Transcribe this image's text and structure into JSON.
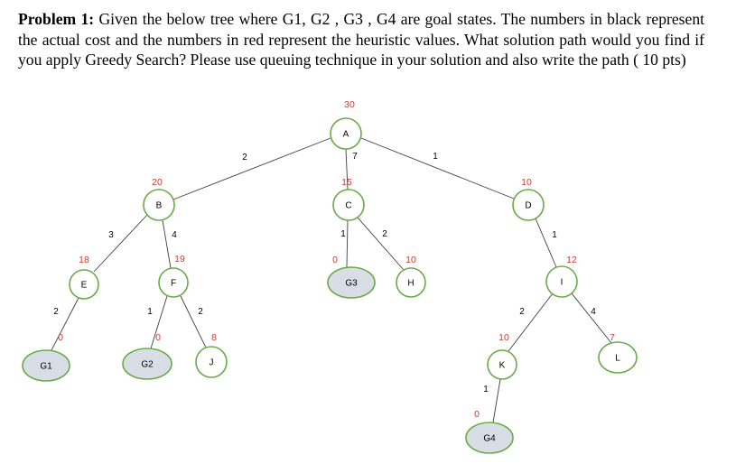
{
  "problem": {
    "title": "Problem  1:",
    "text": "Given the below tree where G1, G2 , G3 , G4 are goal states. The numbers in black represent the actual cost and the numbers in red represent the heuristic values. What solution path would you find if you apply Greedy Search? Please use queuing technique in your solution and also write the path ( 10 pts)"
  },
  "colors": {
    "node_outline": "#6aaa48",
    "goal_fill": "#d9dee6",
    "edge": "#404040",
    "cost_text": "#000000",
    "heuristic_text": "#d23a2a"
  },
  "tree": {
    "nodes": [
      {
        "id": "A",
        "label": "A",
        "heuristic": "30",
        "goal": false
      },
      {
        "id": "B",
        "label": "B",
        "heuristic": "20",
        "goal": false
      },
      {
        "id": "C",
        "label": "C",
        "heuristic": "15",
        "goal": false
      },
      {
        "id": "D",
        "label": "D",
        "heuristic": "10",
        "goal": false
      },
      {
        "id": "E",
        "label": "E",
        "heuristic": "18",
        "goal": false
      },
      {
        "id": "F",
        "label": "F",
        "heuristic": "19",
        "goal": false
      },
      {
        "id": "G3",
        "label": "G3",
        "heuristic": "0",
        "goal": true
      },
      {
        "id": "H",
        "label": "H",
        "heuristic": "10",
        "goal": false
      },
      {
        "id": "I",
        "label": "I",
        "heuristic": "12",
        "goal": false
      },
      {
        "id": "G1",
        "label": "G1",
        "heuristic": "0",
        "goal": true
      },
      {
        "id": "G2",
        "label": "G2",
        "heuristic": "0",
        "goal": true
      },
      {
        "id": "J",
        "label": "J",
        "heuristic": "8",
        "goal": false
      },
      {
        "id": "K",
        "label": "K",
        "heuristic": "10",
        "goal": false
      },
      {
        "id": "L",
        "label": "L",
        "heuristic": "7",
        "goal": false
      },
      {
        "id": "G4",
        "label": "G4",
        "heuristic": "0",
        "goal": true
      }
    ],
    "edges": [
      {
        "from": "A",
        "to": "B",
        "cost": "2"
      },
      {
        "from": "A",
        "to": "C",
        "cost": "7"
      },
      {
        "from": "A",
        "to": "D",
        "cost": "1"
      },
      {
        "from": "B",
        "to": "E",
        "cost": "3"
      },
      {
        "from": "B",
        "to": "F",
        "cost": "4"
      },
      {
        "from": "C",
        "to": "G3",
        "cost": "1"
      },
      {
        "from": "C",
        "to": "H",
        "cost": "2"
      },
      {
        "from": "D",
        "to": "I",
        "cost": "1"
      },
      {
        "from": "E",
        "to": "G1",
        "cost": "2"
      },
      {
        "from": "F",
        "to": "G2",
        "cost": "1"
      },
      {
        "from": "F",
        "to": "J",
        "cost": "2"
      },
      {
        "from": "I",
        "to": "K",
        "cost": "2"
      },
      {
        "from": "I",
        "to": "L",
        "cost": "4"
      },
      {
        "from": "K",
        "to": "G4",
        "cost": "1"
      }
    ]
  }
}
